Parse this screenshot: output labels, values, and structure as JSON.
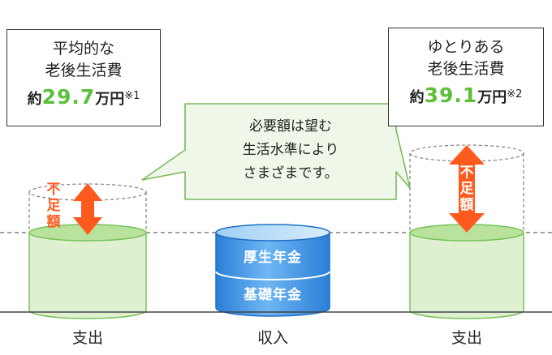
{
  "left_box": {
    "title_line1": "平均的な",
    "title_line2": "老後生活費",
    "prefix": "約",
    "amount": "29.7",
    "unit": "万円",
    "note": "※1"
  },
  "right_box": {
    "title_line1": "ゆとりある",
    "title_line2": "老後生活費",
    "prefix": "約",
    "amount": "39.1",
    "unit": "万円",
    "note": "※2"
  },
  "bubble": {
    "line1": "必要額は望む",
    "line2": "生活水準により",
    "line3": "さまざまです。"
  },
  "shortfall_label_left": [
    "不",
    "足",
    "額"
  ],
  "shortfall_label_right": [
    "不",
    "足",
    "額"
  ],
  "income": {
    "upper": "厚生年金",
    "lower": "基礎年金"
  },
  "axis_labels": {
    "left": "支出",
    "center": "収入",
    "right": "支出"
  },
  "colors": {
    "accent_green": "#5bbf3a",
    "cylinder_fill": "#dff0d0",
    "cylinder_border": "#78c25a",
    "arrow_orange": "#ff5a1e",
    "pension_blue": "#2f8be0"
  }
}
